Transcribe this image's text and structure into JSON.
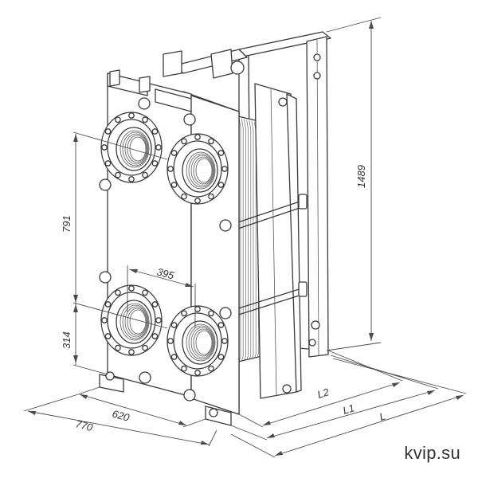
{
  "dimensions": {
    "height_total": "1489",
    "port_vertical": "791",
    "port_horizontal": "395",
    "bottom_offset": "314",
    "width_outer": "770",
    "width_inner": "620",
    "length_l2": "L2",
    "length_l1": "L1",
    "length_l": "L"
  },
  "watermark": "kvip.su",
  "colors": {
    "line": "#3a3a3a",
    "background": "#ffffff"
  }
}
